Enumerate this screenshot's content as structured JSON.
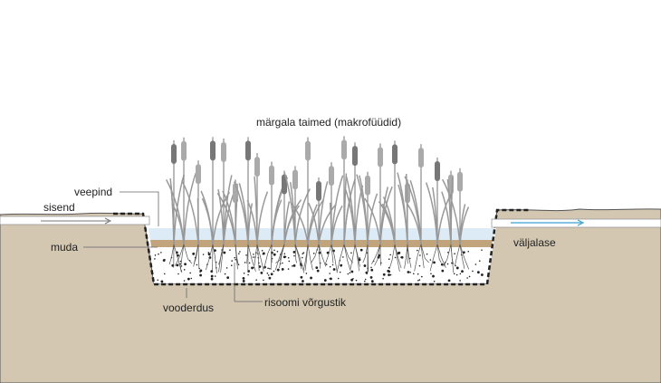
{
  "title": "märgala taimed (makrofüüdid)",
  "labels": {
    "water_surface": "veepind",
    "inlet": "sisend",
    "mud": "muda",
    "outlet": "väljalase",
    "liner": "vooderdus",
    "rhizome": "risoomi võrgustik"
  },
  "colors": {
    "ground": "#d3c7b2",
    "water": "#dcebf5",
    "mud": "#c2a47c",
    "outlet_arrow": "#3a9fd0",
    "inlet_arrow": "#777777"
  }
}
